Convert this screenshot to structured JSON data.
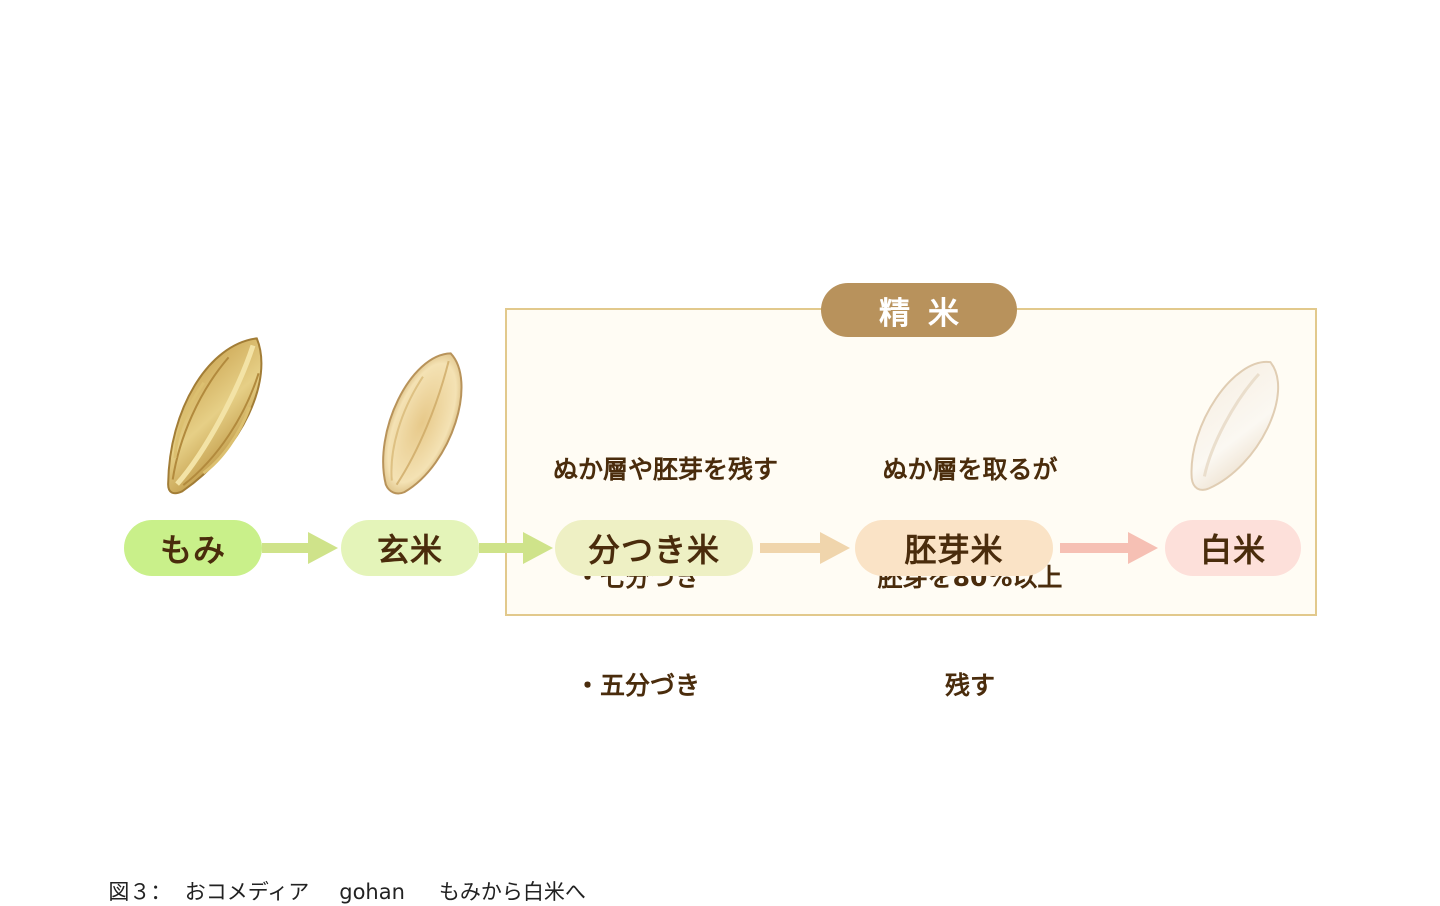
{
  "title": "精米",
  "stages": [
    {
      "label": "もみ",
      "color": "#c9f08a"
    },
    {
      "label": "玄米",
      "color": "#e4f4b9"
    },
    {
      "label": "分つき米",
      "color": "#eef0c4"
    },
    {
      "label": "胚芽米",
      "color": "#fae3c6"
    },
    {
      "label": "白米",
      "color": "#fde0da"
    }
  ],
  "arrow_colors": [
    "#cfe38a",
    "#cfe38a",
    "#f0d5ac",
    "#f6c0b4"
  ],
  "notes": {
    "bunzuki": [
      "ぬか層や胚芽を残す",
      "・七分づき",
      "・五分づき"
    ],
    "haiga": [
      "ぬか層を取るが",
      "胚芽を80%以上",
      "残す"
    ]
  },
  "caption": {
    "figure": "図３：",
    "source": "おコメディア",
    "site": "gohan",
    "title": "もみから白米へ"
  }
}
